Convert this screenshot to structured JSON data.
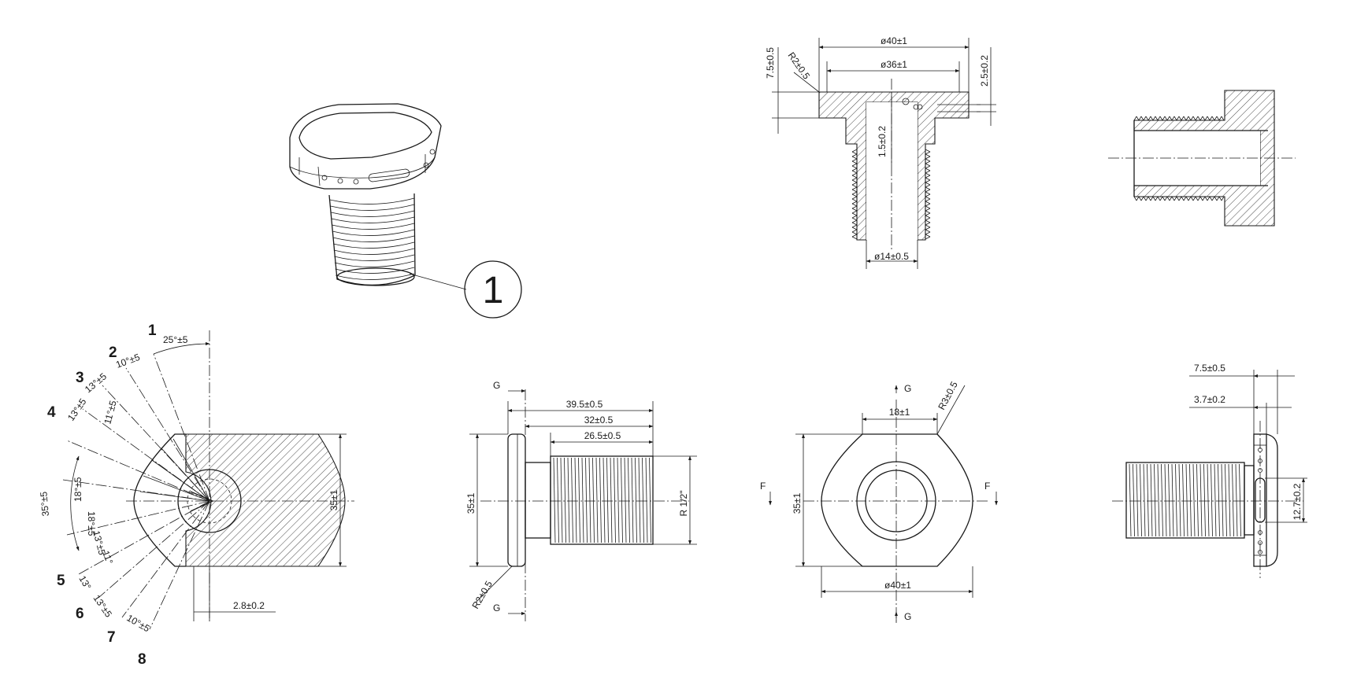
{
  "callout": {
    "part_number": "1"
  },
  "angular_view": {
    "position_labels": [
      "1",
      "2",
      "3",
      "4",
      "5",
      "6",
      "7",
      "8"
    ],
    "angles": [
      "25°±5",
      "10°±5",
      "13°±5",
      "13°±5",
      "11°±5",
      "18°±5",
      "35°±5",
      "18°±5",
      "13°±5",
      "11°",
      "13°",
      "13°±5",
      "10°±5"
    ],
    "height": "35±1",
    "offset": "2.8±0.2"
  },
  "section_view": {
    "outer_diameter": "ø40±1",
    "inner_diameter": "ø36±1",
    "bore_diameter": "ø14±0.5",
    "flange_thickness": "7.5±0.5",
    "fillet_radius": "R2±0.5",
    "groove_depth": "2.5±0.2",
    "wall_thickness": "1.5±0.2"
  },
  "side_view": {
    "section_mark": "G",
    "overall_length": "39.5±0.5",
    "shank_length": "32±0.5",
    "thread_length": "26.5±0.5",
    "height": "35±1",
    "thread_spec": "R 1/2\"",
    "fillet_radius": "R2±0.5"
  },
  "front_view": {
    "section_mark_top": "G",
    "section_mark_bottom": "G",
    "section_mark_side": "F",
    "flat_width": "18±1",
    "corner_radius": "R3±0.5",
    "height": "35±1",
    "width": "ø40±1"
  },
  "right_view": {
    "flange_thickness": "7.5±0.5",
    "slot_depth": "3.7±0.2",
    "slot_height": "12.7±0.2"
  }
}
